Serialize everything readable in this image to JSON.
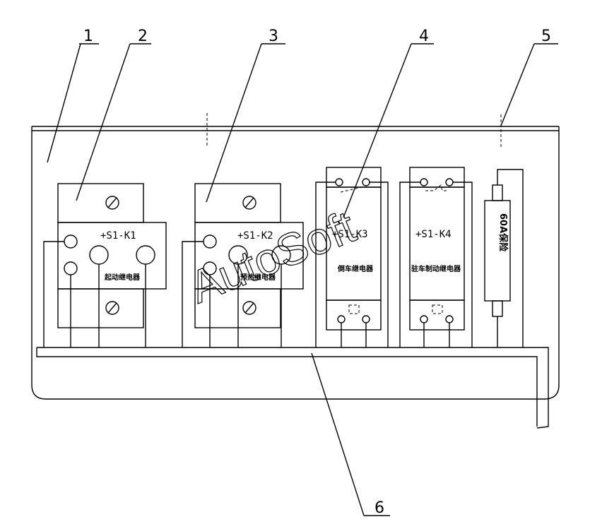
{
  "callouts": [
    "1",
    "2",
    "3",
    "4",
    "5",
    "6"
  ],
  "components": {
    "k1": {
      "code": "+S1-K1",
      "label": "起动继电器"
    },
    "k2": {
      "code": "+S1-K2",
      "label": "预热继电器"
    },
    "k3": {
      "code": "+S1-K3",
      "label": "倒车继电器"
    },
    "k4": {
      "code": "+S1-K4",
      "label": "驻车制动继电器"
    },
    "fuse": {
      "label": "60A保险"
    }
  },
  "watermark": "AutoSoft"
}
